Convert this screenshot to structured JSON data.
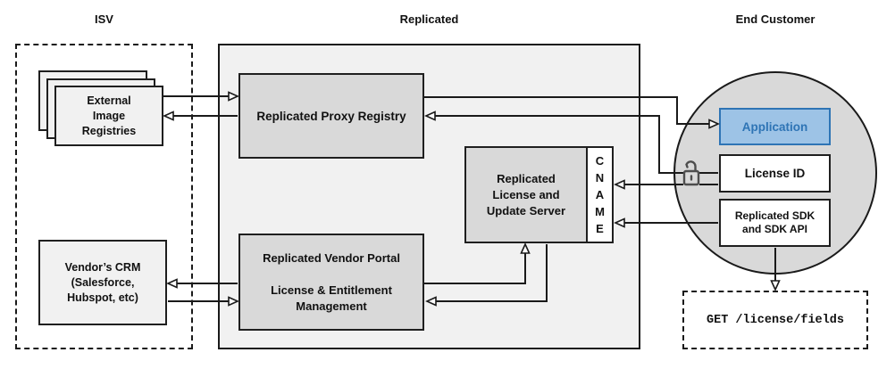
{
  "sections": {
    "isv": "ISV",
    "replicated": "Replicated",
    "end_customer": "End Customer"
  },
  "nodes": {
    "external_registries": "External\nImage\nRegistries",
    "vendor_crm": "Vendor’s CRM\n(Salesforce,\nHubspot, etc)",
    "proxy_registry": "Replicated Proxy Registry",
    "license_update_server": "Replicated\nLicense and\nUpdate Server",
    "cname": "C\nN\nA\nM\nE",
    "vendor_portal": "Replicated Vendor Portal\n\nLicense & Entitlement\nManagement",
    "application": "Application",
    "license_id": "License ID",
    "replicated_sdk": "Replicated SDK\nand SDK API",
    "get_request": "GET /license/fields"
  },
  "icons": {
    "lock": "unlocked-padlock-icon"
  },
  "colors": {
    "container_fill": "#f1f1f1",
    "node_fill": "#d9d9d9",
    "circle_fill": "#d9d9d9",
    "application_fill": "#9dc3e6",
    "application_accent": "#2e74b5",
    "line": "#1a1a1a"
  }
}
